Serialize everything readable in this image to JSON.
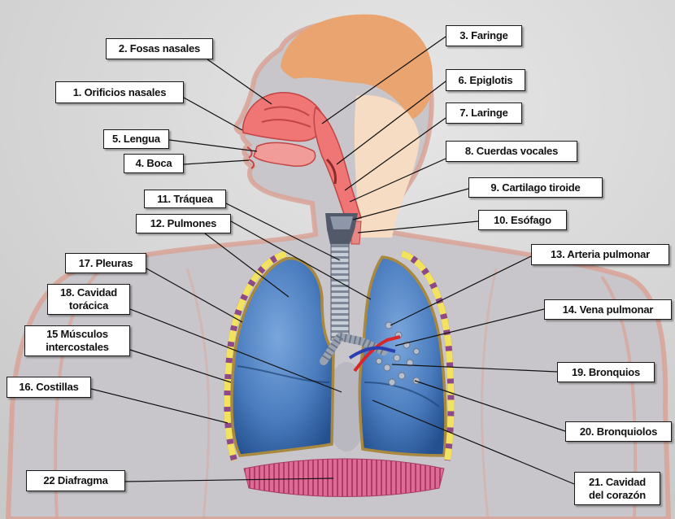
{
  "labels": {
    "orificios_nasales": "1. Orificios nasales",
    "fosas_nasales": "2. Fosas nasales",
    "faringe": "3. Faringe",
    "boca": "4. Boca",
    "lengua": "5. Lengua",
    "epiglotis": "6. Epiglotis",
    "laringe": "7. Laringe",
    "cuerdas_vocales": "8. Cuerdas vocales",
    "cartilago_tiroide": "9. Cartilago tiroide",
    "esofago": "10. Esófago",
    "traquea": "11. Tráquea",
    "pulmones": "12. Pulmones",
    "arteria_pulmonar": "13. Arteria pulmonar",
    "vena_pulmonar": "14. Vena pulmonar",
    "musculos_intercostales": [
      "15 Músculos",
      "intercostales"
    ],
    "costillas": "16. Costillas",
    "pleuras": "17. Pleuras",
    "cavidad_toracica": [
      "18. Cavidad",
      "torácica"
    ],
    "bronquios": "19. Bronquios",
    "bronquiolos": "20. Bronquiolos",
    "cavidad_corazon": [
      "21. Cavidad",
      "del corazón"
    ],
    "diafragma": "22 Diafragma"
  },
  "colors": {
    "hair": "#e9a470",
    "nasal": "#ef7674",
    "ribs": "#f1e35f",
    "diaphragm": "#d4628a",
    "body_outline": "#d9a397"
  }
}
